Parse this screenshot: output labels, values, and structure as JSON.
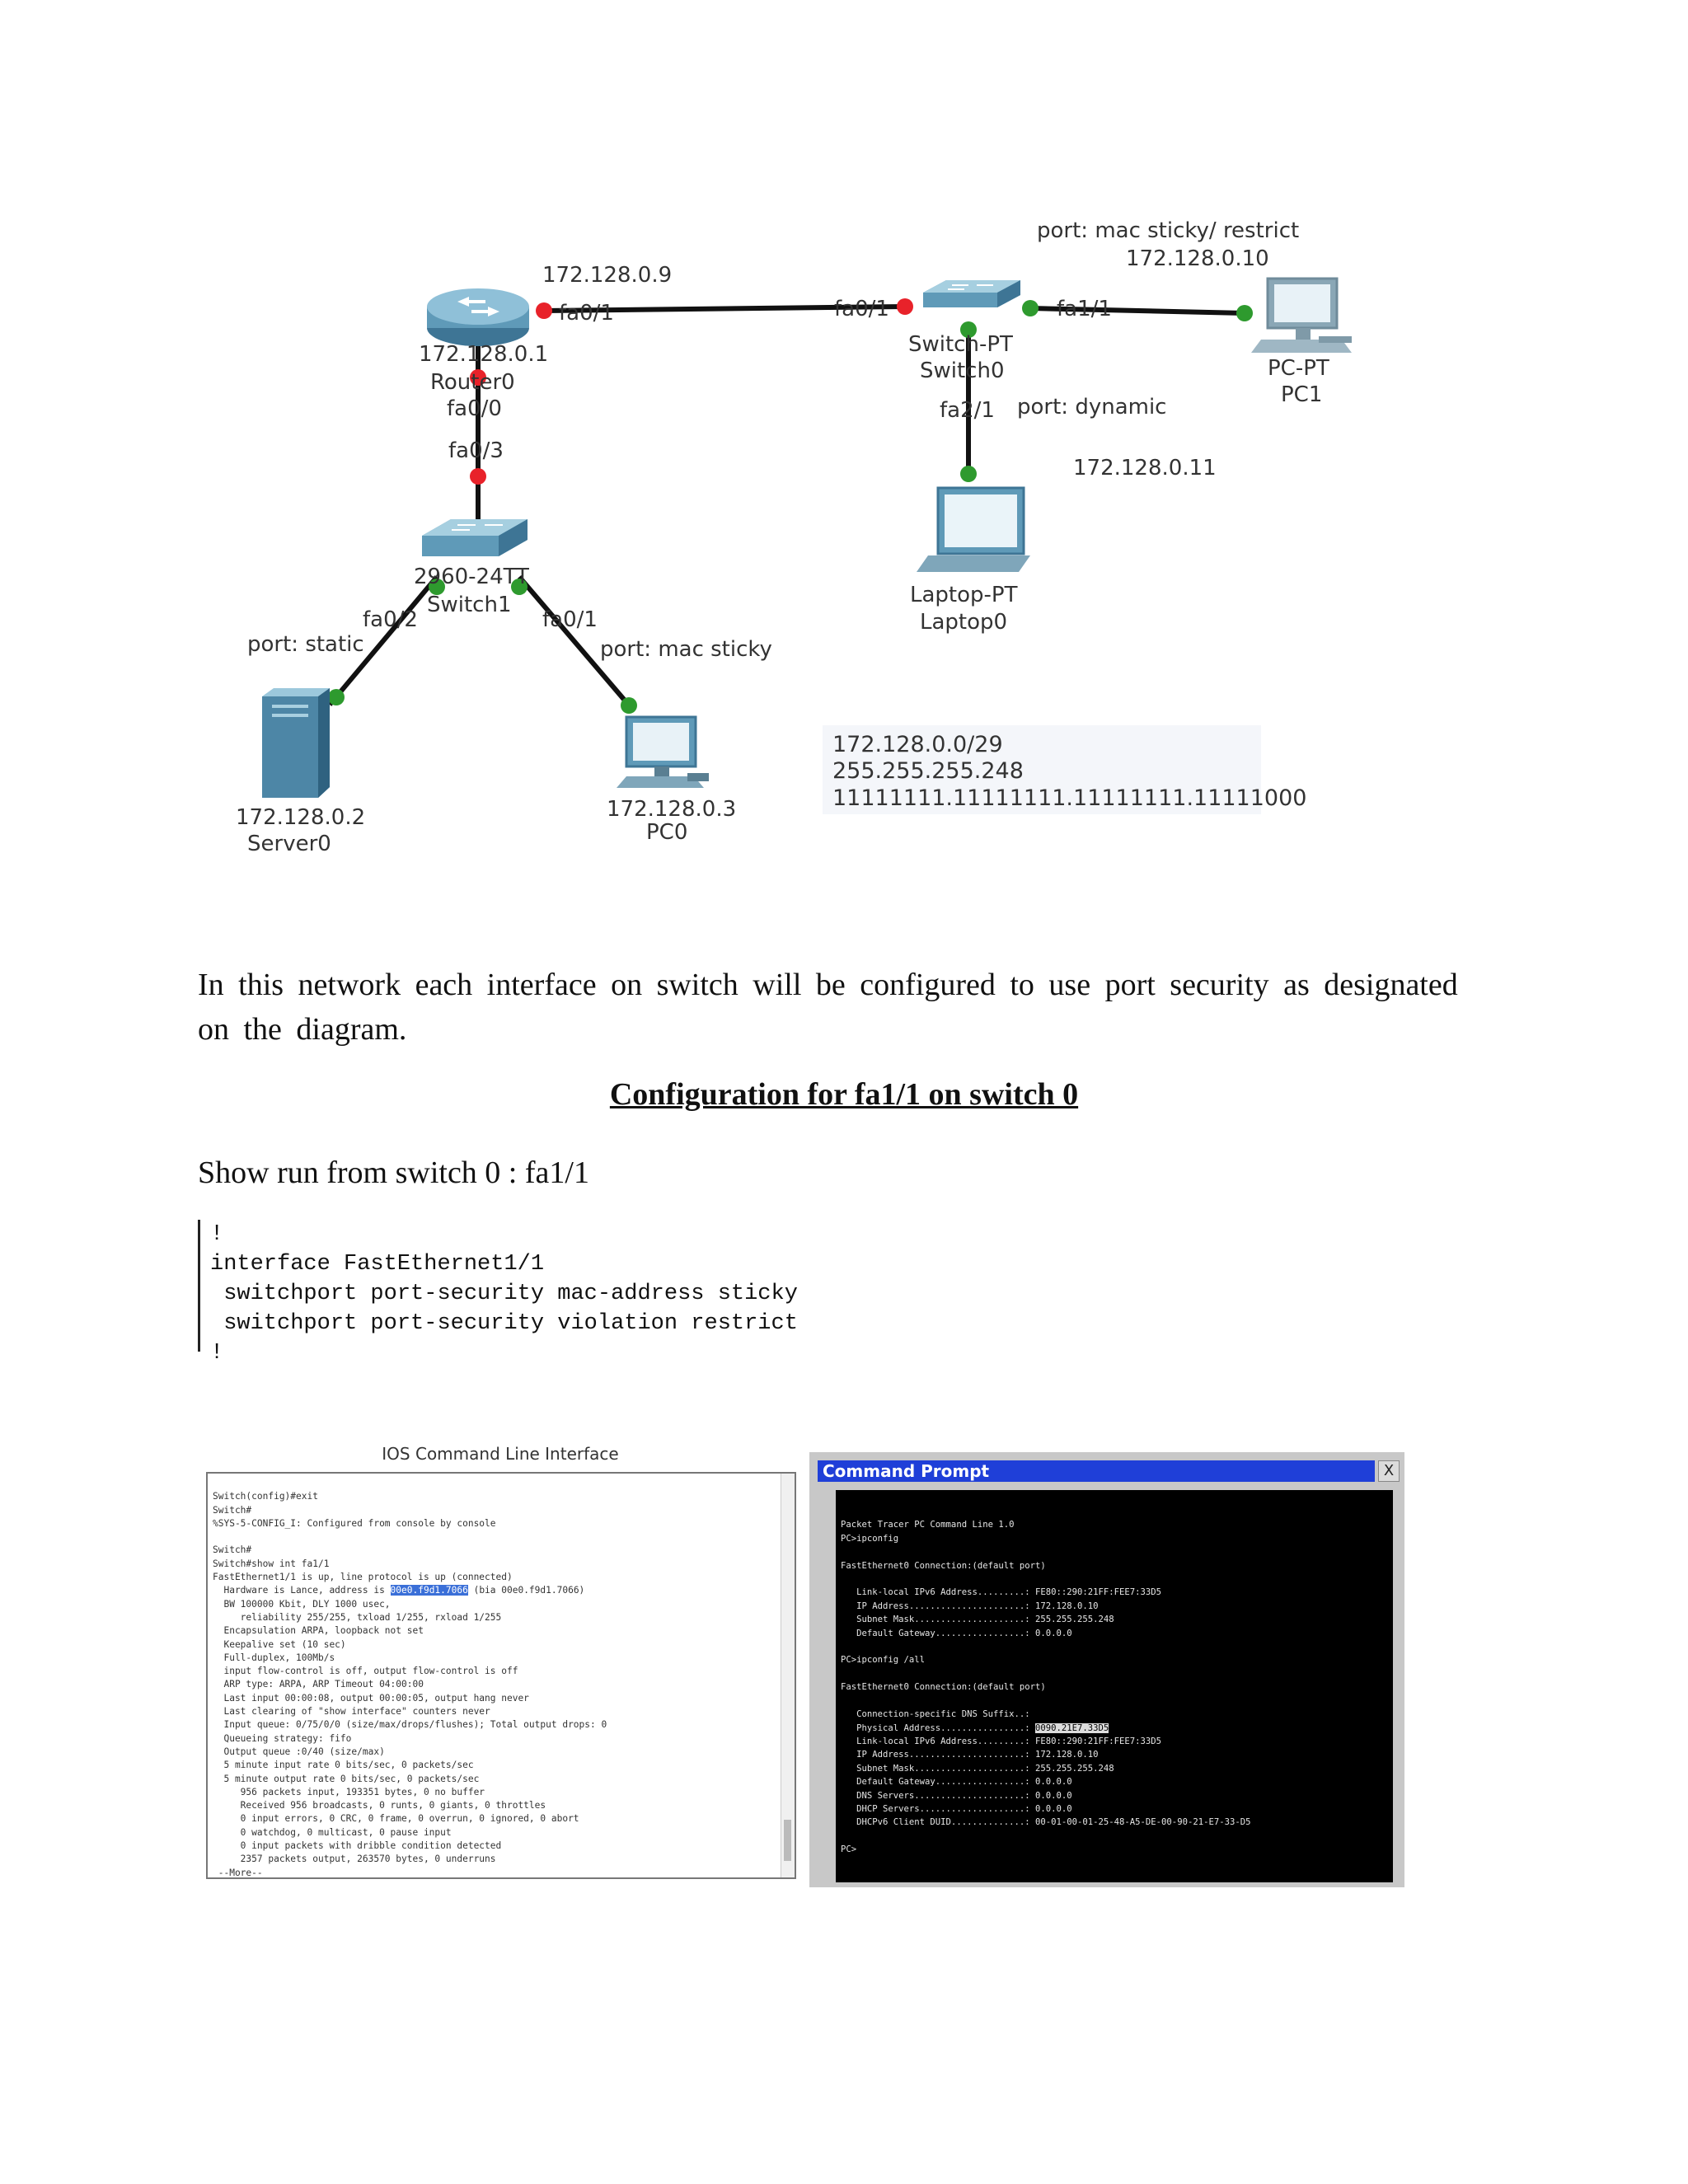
{
  "diagram": {
    "router": {
      "ip_top": "172.128.0.9",
      "port_fa01": "fa0/1",
      "ip": "172.128.0.1",
      "name": "Router0",
      "port_fa00": "fa0/0"
    },
    "switch1": {
      "port_fa03": "fa0/3",
      "model": "2960-24TT",
      "name": "Switch1",
      "port_fa02": "fa0/2",
      "port_fa01": "fa0/1",
      "note_static": "port: static",
      "note_sticky": "port: mac sticky"
    },
    "switch0": {
      "port_fa01": "fa0/1",
      "port_fa11": "fa1/1",
      "model": "Switch-PT",
      "name": "Switch0",
      "port_fa21": "fa2/1",
      "note_dynamic": "port: dynamic",
      "note_sticky_restrict": "port: mac sticky/ restrict"
    },
    "pc1": {
      "ip": "172.128.0.10",
      "model": "PC-PT",
      "name": "PC1"
    },
    "laptop0": {
      "ip": "172.128.0.11",
      "model": "Laptop-PT",
      "name": "Laptop0"
    },
    "server0": {
      "ip": "172.128.0.2",
      "name": "Server0"
    },
    "pc0": {
      "ip": "172.128.0.3",
      "name": "PC0"
    },
    "subnet": {
      "network": "172.128.0.0/29",
      "mask": "255.255.255.248",
      "binary": "11111111.11111111.11111111.11111000"
    },
    "colors": {
      "link": "#111111",
      "port_down": "#e8222a",
      "port_up": "#2e9a2e",
      "device": "#5f9ab8"
    }
  },
  "text": {
    "intro": "In this network each interface on switch will be configured to use port security as designated on the diagram.",
    "heading": "Configuration for fa1/1 on switch 0",
    "show_run": "Show run from switch 0 : fa1/1"
  },
  "code": {
    "lines": [
      "!",
      "interface FastEthernet1/1",
      " switchport port-security mac-address sticky",
      " switchport port-security violation restrict",
      "!"
    ]
  },
  "ios_cli": {
    "title": "IOS Command Line Interface",
    "lines": [
      "Switch(config)#exit",
      "Switch#",
      "%SYS-5-CONFIG_I: Configured from console by console",
      "",
      "Switch#",
      "Switch#show int fa1/1",
      "FastEthernet1/1 is up, line protocol is up (connected)",
      "  Hardware is Lance, address is ",
      "  BW 100000 Kbit, DLY 1000 usec,",
      "     reliability 255/255, txload 1/255, rxload 1/255",
      "  Encapsulation ARPA, loopback not set",
      "  Keepalive set (10 sec)",
      "  Full-duplex, 100Mb/s",
      "  input flow-control is off, output flow-control is off",
      "  ARP type: ARPA, ARP Timeout 04:00:00",
      "  Last input 00:00:08, output 00:00:05, output hang never",
      "  Last clearing of \"show interface\" counters never",
      "  Input queue: 0/75/0/0 (size/max/drops/flushes); Total output drops: 0",
      "  Queueing strategy: fifo",
      "  Output queue :0/40 (size/max)",
      "  5 minute input rate 0 bits/sec, 0 packets/sec",
      "  5 minute output rate 0 bits/sec, 0 packets/sec",
      "     956 packets input, 193351 bytes, 0 no buffer",
      "     Received 956 broadcasts, 0 runts, 0 giants, 0 throttles",
      "     0 input errors, 0 CRC, 0 frame, 0 overrun, 0 ignored, 0 abort",
      "     0 watchdog, 0 multicast, 0 pause input",
      "     0 input packets with dribble condition detected",
      "     2357 packets output, 263570 bytes, 0 underruns",
      " --More--"
    ],
    "hw_address": "00e0.f9d1.7066",
    "bia": " (bia 00e0.f9d1.7066)"
  },
  "cmd": {
    "title": "Command Prompt",
    "close": "X",
    "lines": [
      "Packet Tracer PC Command Line 1.0",
      "PC>ipconfig",
      "",
      "FastEthernet0 Connection:(default port)",
      "",
      "   Link-local IPv6 Address.........: FE80::290:21FF:FEE7:33D5",
      "   IP Address......................: 172.128.0.10",
      "   Subnet Mask.....................: 255.255.255.248",
      "   Default Gateway.................: 0.0.0.0",
      "",
      "PC>ipconfig /all",
      "",
      "FastEthernet0 Connection:(default port)",
      "",
      "   Connection-specific DNS Suffix..: ",
      "   Physical Address................: ",
      "   Link-local IPv6 Address.........: FE80::290:21FF:FEE7:33D5",
      "   IP Address......................: 172.128.0.10",
      "   Subnet Mask.....................: 255.255.255.248",
      "   Default Gateway.................: 0.0.0.0",
      "   DNS Servers.....................: 0.0.0.0",
      "   DHCP Servers....................: 0.0.0.0",
      "   DHCPv6 Client DUID..............: 00-01-00-01-25-48-A5-DE-00-90-21-E7-33-D5",
      "",
      "PC>"
    ],
    "physical_address": "0090.21E7.33D5"
  }
}
